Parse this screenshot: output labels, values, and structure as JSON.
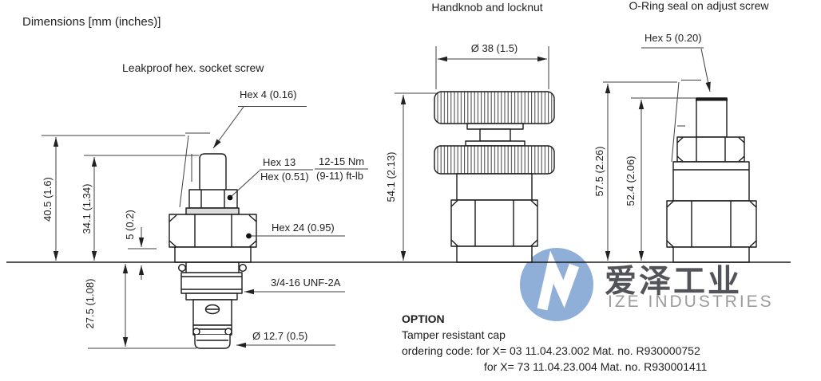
{
  "note": "Dimensions [mm (inches)]",
  "views": {
    "left": {
      "title": "Leakproof hex. socket screw",
      "labels": {
        "hex_socket": "Hex 4 (0.16)",
        "locknut_mm": "Hex  13",
        "locknut_in": "Hex (0.51)",
        "torque_nm": "12-15 Nm",
        "torque_ftlb": "(9-11) ft-lb",
        "body_hex": "Hex  24 (0.95)",
        "thread": "3/4-16 UNF-2A",
        "tip_diameter": "Ø 12.7 (0.5)"
      },
      "dims": {
        "overall_height": "40.5 (1.6)",
        "screw_height": "34.1 (1.34)",
        "locknut_gap": "5 (0.2)",
        "insert_depth": "27.5 (1.08)"
      }
    },
    "middle": {
      "title": "Handknob and locknut",
      "dims": {
        "knob_diameter": "Ø 38 (1.5)",
        "overall_height": "54.1 (2.13)"
      }
    },
    "right": {
      "title": "O-Ring seal on adjust screw",
      "labels": {
        "adjust_hex": "Hex 5 (0.20)"
      },
      "dims": {
        "overall_height": "57.5 (2.26)",
        "screw_height": "52.4 (2.06)"
      }
    }
  },
  "option": {
    "heading": "OPTION",
    "line1": "Tamper resistant cap",
    "line2": "ordering code: for X= 03  11.04.23.002 Mat. no. R930000752",
    "line3": "for X= 73  11.04.23.004 Mat. no. R930001411"
  },
  "watermark": {
    "cn": "爱泽工业",
    "en": "IZE INDUSTRIES"
  },
  "colors": {
    "object_line": "#1a1a1a",
    "dim_line": "#3d3d3d",
    "text": "#1f1f1f",
    "logo_blue": "#8FAFD8",
    "watermark_cn": "#53535a",
    "watermark_en": "#9b9b9b"
  }
}
